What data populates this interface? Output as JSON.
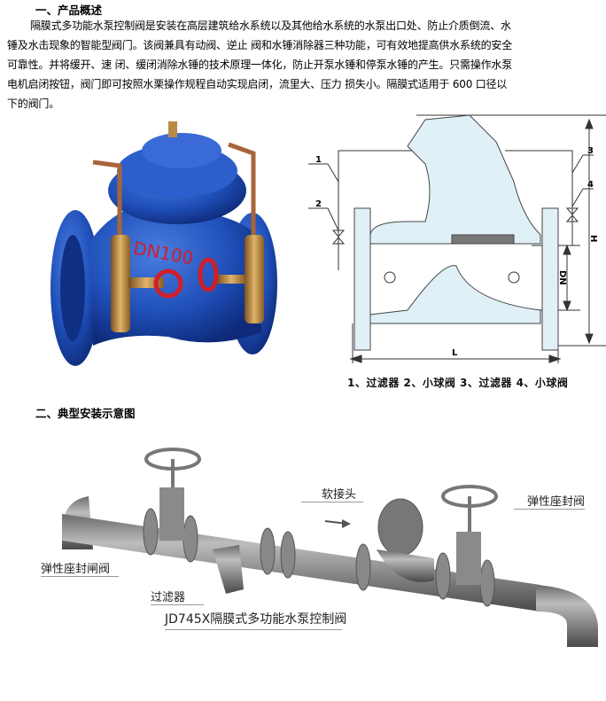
{
  "section1": {
    "heading": "一、产品概述",
    "paragraph": "隔膜式多功能水泵控制阀是安装在高层建筑给水系统以及其他给水系统的水泵出口处、防止介质倒流、水锤及水击现象的智能型阀门。该阀兼具有动阀、逆止 阀和水锤消除器三种功能，可有效地提高供水系统的安全可靠性。并将缓开、速 闭、缓闭消除水锤的技术原理一体化，防止开泵水锤和停泵水锤的产生。只需操作水泵电机启闭按钮，阀门即可按照水栗操作规程自动实现启闭，流里大、压力 损失小。隔膜式适用于 600 口径以下的阀门。"
  },
  "photo": {
    "label": "DN100",
    "body_color": "#1f4fb8",
    "handwheel_color": "#d01e2a",
    "brass_color": "#b98a45"
  },
  "diagram": {
    "markers": [
      "1",
      "2",
      "3",
      "4"
    ],
    "dim_labels": {
      "height": "H",
      "dn": "DN",
      "length": "L"
    },
    "fill_color": "#dff0f7",
    "caption": "1、过滤器 2、小球阀 3、过滤器 4、小球阀"
  },
  "section2": {
    "heading": "二、典型安装示意图",
    "labels": {
      "left_gate_valve": "弹性座封闸阀",
      "strainer": "过滤器",
      "flex_joint": "软接头",
      "right_gate_valve": "弹性座封阀",
      "control_valve": "JD745X隔膜式多功能水泵控制阀"
    },
    "flow_arrow": "→"
  }
}
